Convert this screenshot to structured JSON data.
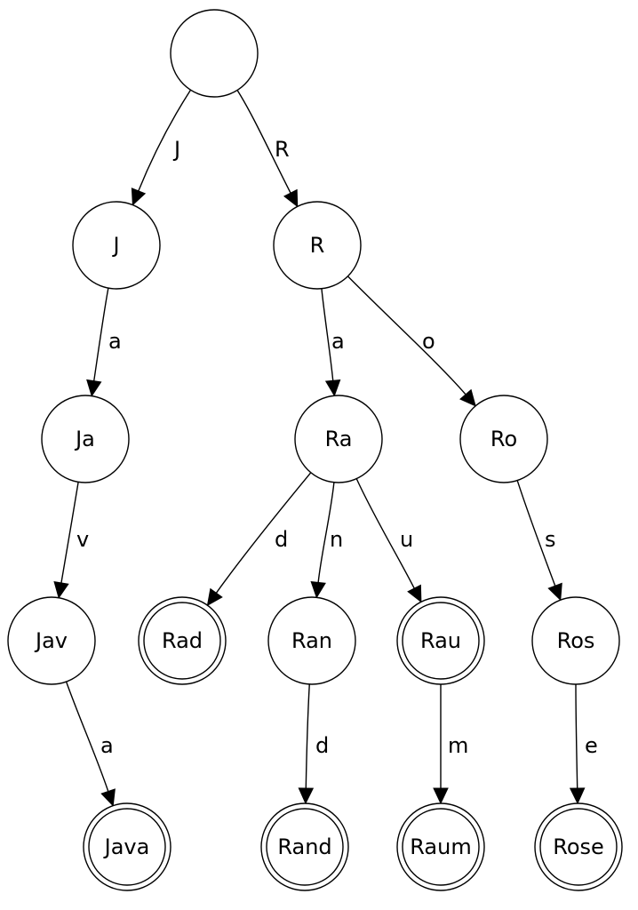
{
  "nodes": [
    {
      "id": "root",
      "label": "",
      "accepting": false
    },
    {
      "id": "J",
      "label": "J",
      "accepting": false
    },
    {
      "id": "R",
      "label": "R",
      "accepting": false
    },
    {
      "id": "Ja",
      "label": "Ja",
      "accepting": false
    },
    {
      "id": "Ra",
      "label": "Ra",
      "accepting": false
    },
    {
      "id": "Ro",
      "label": "Ro",
      "accepting": false
    },
    {
      "id": "Jav",
      "label": "Jav",
      "accepting": false
    },
    {
      "id": "Rad",
      "label": "Rad",
      "accepting": true
    },
    {
      "id": "Ran",
      "label": "Ran",
      "accepting": false
    },
    {
      "id": "Rau",
      "label": "Rau",
      "accepting": true
    },
    {
      "id": "Ros",
      "label": "Ros",
      "accepting": false
    },
    {
      "id": "Java",
      "label": "Java",
      "accepting": true
    },
    {
      "id": "Rand",
      "label": "Rand",
      "accepting": true
    },
    {
      "id": "Raum",
      "label": "Raum",
      "accepting": true
    },
    {
      "id": "Rose",
      "label": "Rose",
      "accepting": true
    }
  ],
  "edges": [
    {
      "from": "root",
      "to": "J",
      "label": "J"
    },
    {
      "from": "root",
      "to": "R",
      "label": "R"
    },
    {
      "from": "J",
      "to": "Ja",
      "label": "a"
    },
    {
      "from": "R",
      "to": "Ra",
      "label": "a"
    },
    {
      "from": "R",
      "to": "Ro",
      "label": "o"
    },
    {
      "from": "Ja",
      "to": "Jav",
      "label": "v"
    },
    {
      "from": "Ra",
      "to": "Rad",
      "label": "d"
    },
    {
      "from": "Ra",
      "to": "Ran",
      "label": "n"
    },
    {
      "from": "Ra",
      "to": "Rau",
      "label": "u"
    },
    {
      "from": "Ro",
      "to": "Ros",
      "label": "s"
    },
    {
      "from": "Jav",
      "to": "Java",
      "label": "a"
    },
    {
      "from": "Ran",
      "to": "Rand",
      "label": "d"
    },
    {
      "from": "Rau",
      "to": "Raum",
      "label": "m"
    },
    {
      "from": "Ros",
      "to": "Rose",
      "label": "e"
    }
  ]
}
